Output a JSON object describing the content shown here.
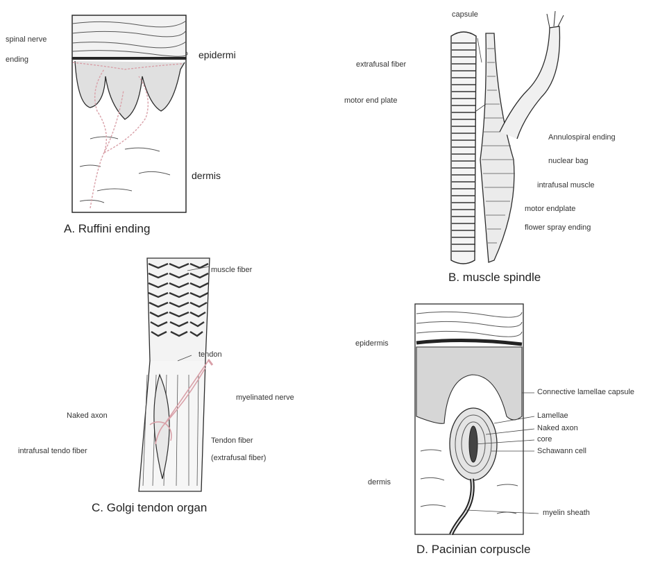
{
  "panels": {
    "a": {
      "caption": "A. Ruffini ending",
      "labels": {
        "spinal_nerve": "spinal nerve",
        "ending": "ending",
        "epidermi": "epidermi",
        "dermis": "dermis"
      }
    },
    "b": {
      "caption": "B. muscle spindle",
      "labels": {
        "capsule": "capsule",
        "extrafusal_fiber": "extrafusal  fiber",
        "motor_end_plate": "motor end plate",
        "annulospiral_ending": "Annulospiral ending",
        "nuclear_bag": "nuclear bag",
        "intrafusal_muscle": "intrafusal muscle",
        "motor_endplate": "motor endplate",
        "flower_spray_ending": "flower spray ending"
      }
    },
    "c": {
      "caption": "C. Golgi tendon organ",
      "labels": {
        "muscle_fiber": "muscle fiber",
        "tendon": "tendon",
        "myelinated_nerve": "myelinated nerve",
        "naked_axon": "Naked axon",
        "intrafusal_tendo_fiber": "intrafusal tendo  fiber",
        "tendon_fiber": "Tendon fiber",
        "extrafusal_fiber": "(extrafusal fiber)"
      }
    },
    "d": {
      "caption": "D. Pacinian corpuscle",
      "labels": {
        "epidermis": "epidermis",
        "connective_lamellae_capsule": "Connective lamellae capsule",
        "lamellae": "Lamellae",
        "naked_axon": "Naked axon",
        "core": "core",
        "schawann_cell": "Schawann cell",
        "dermis": "dermis",
        "myelin_sheath": "myelin sheath"
      }
    }
  },
  "colors": {
    "ink": "#2a2a2a",
    "nerve": "#d9a0a8"
  }
}
